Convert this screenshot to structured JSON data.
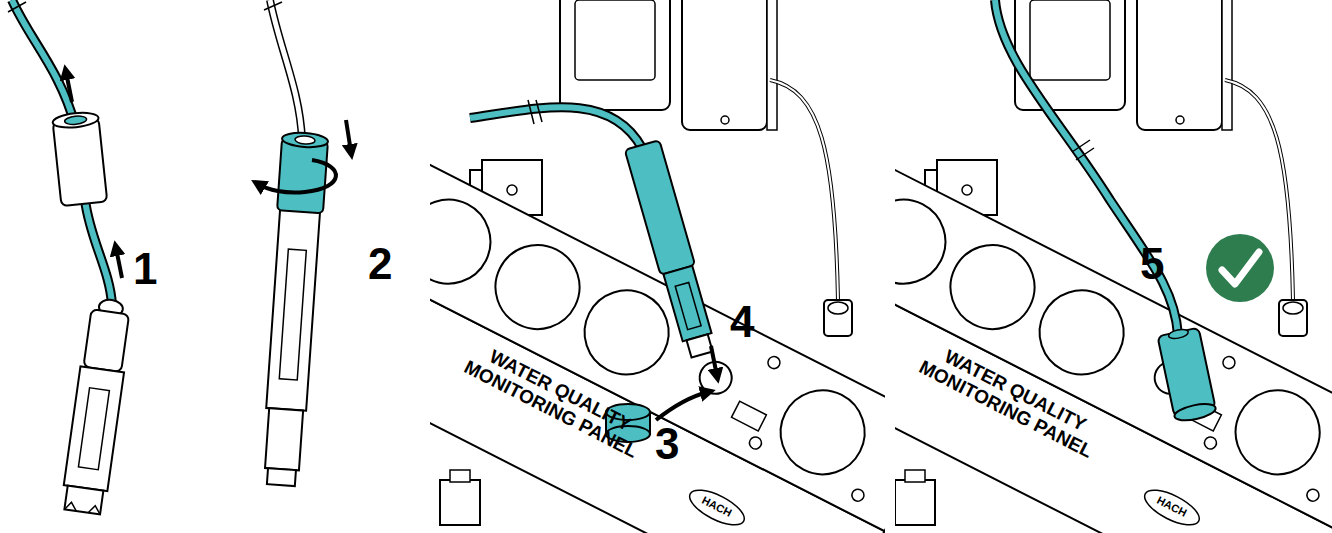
{
  "diagram": {
    "labels": [
      "1",
      "2",
      "4",
      "3",
      "WATER QUALITY MONITORING PANEL",
      "HACH",
      "5",
      "WATER QUALITY MONITORING PANEL",
      "HACH"
    ]
  }
}
